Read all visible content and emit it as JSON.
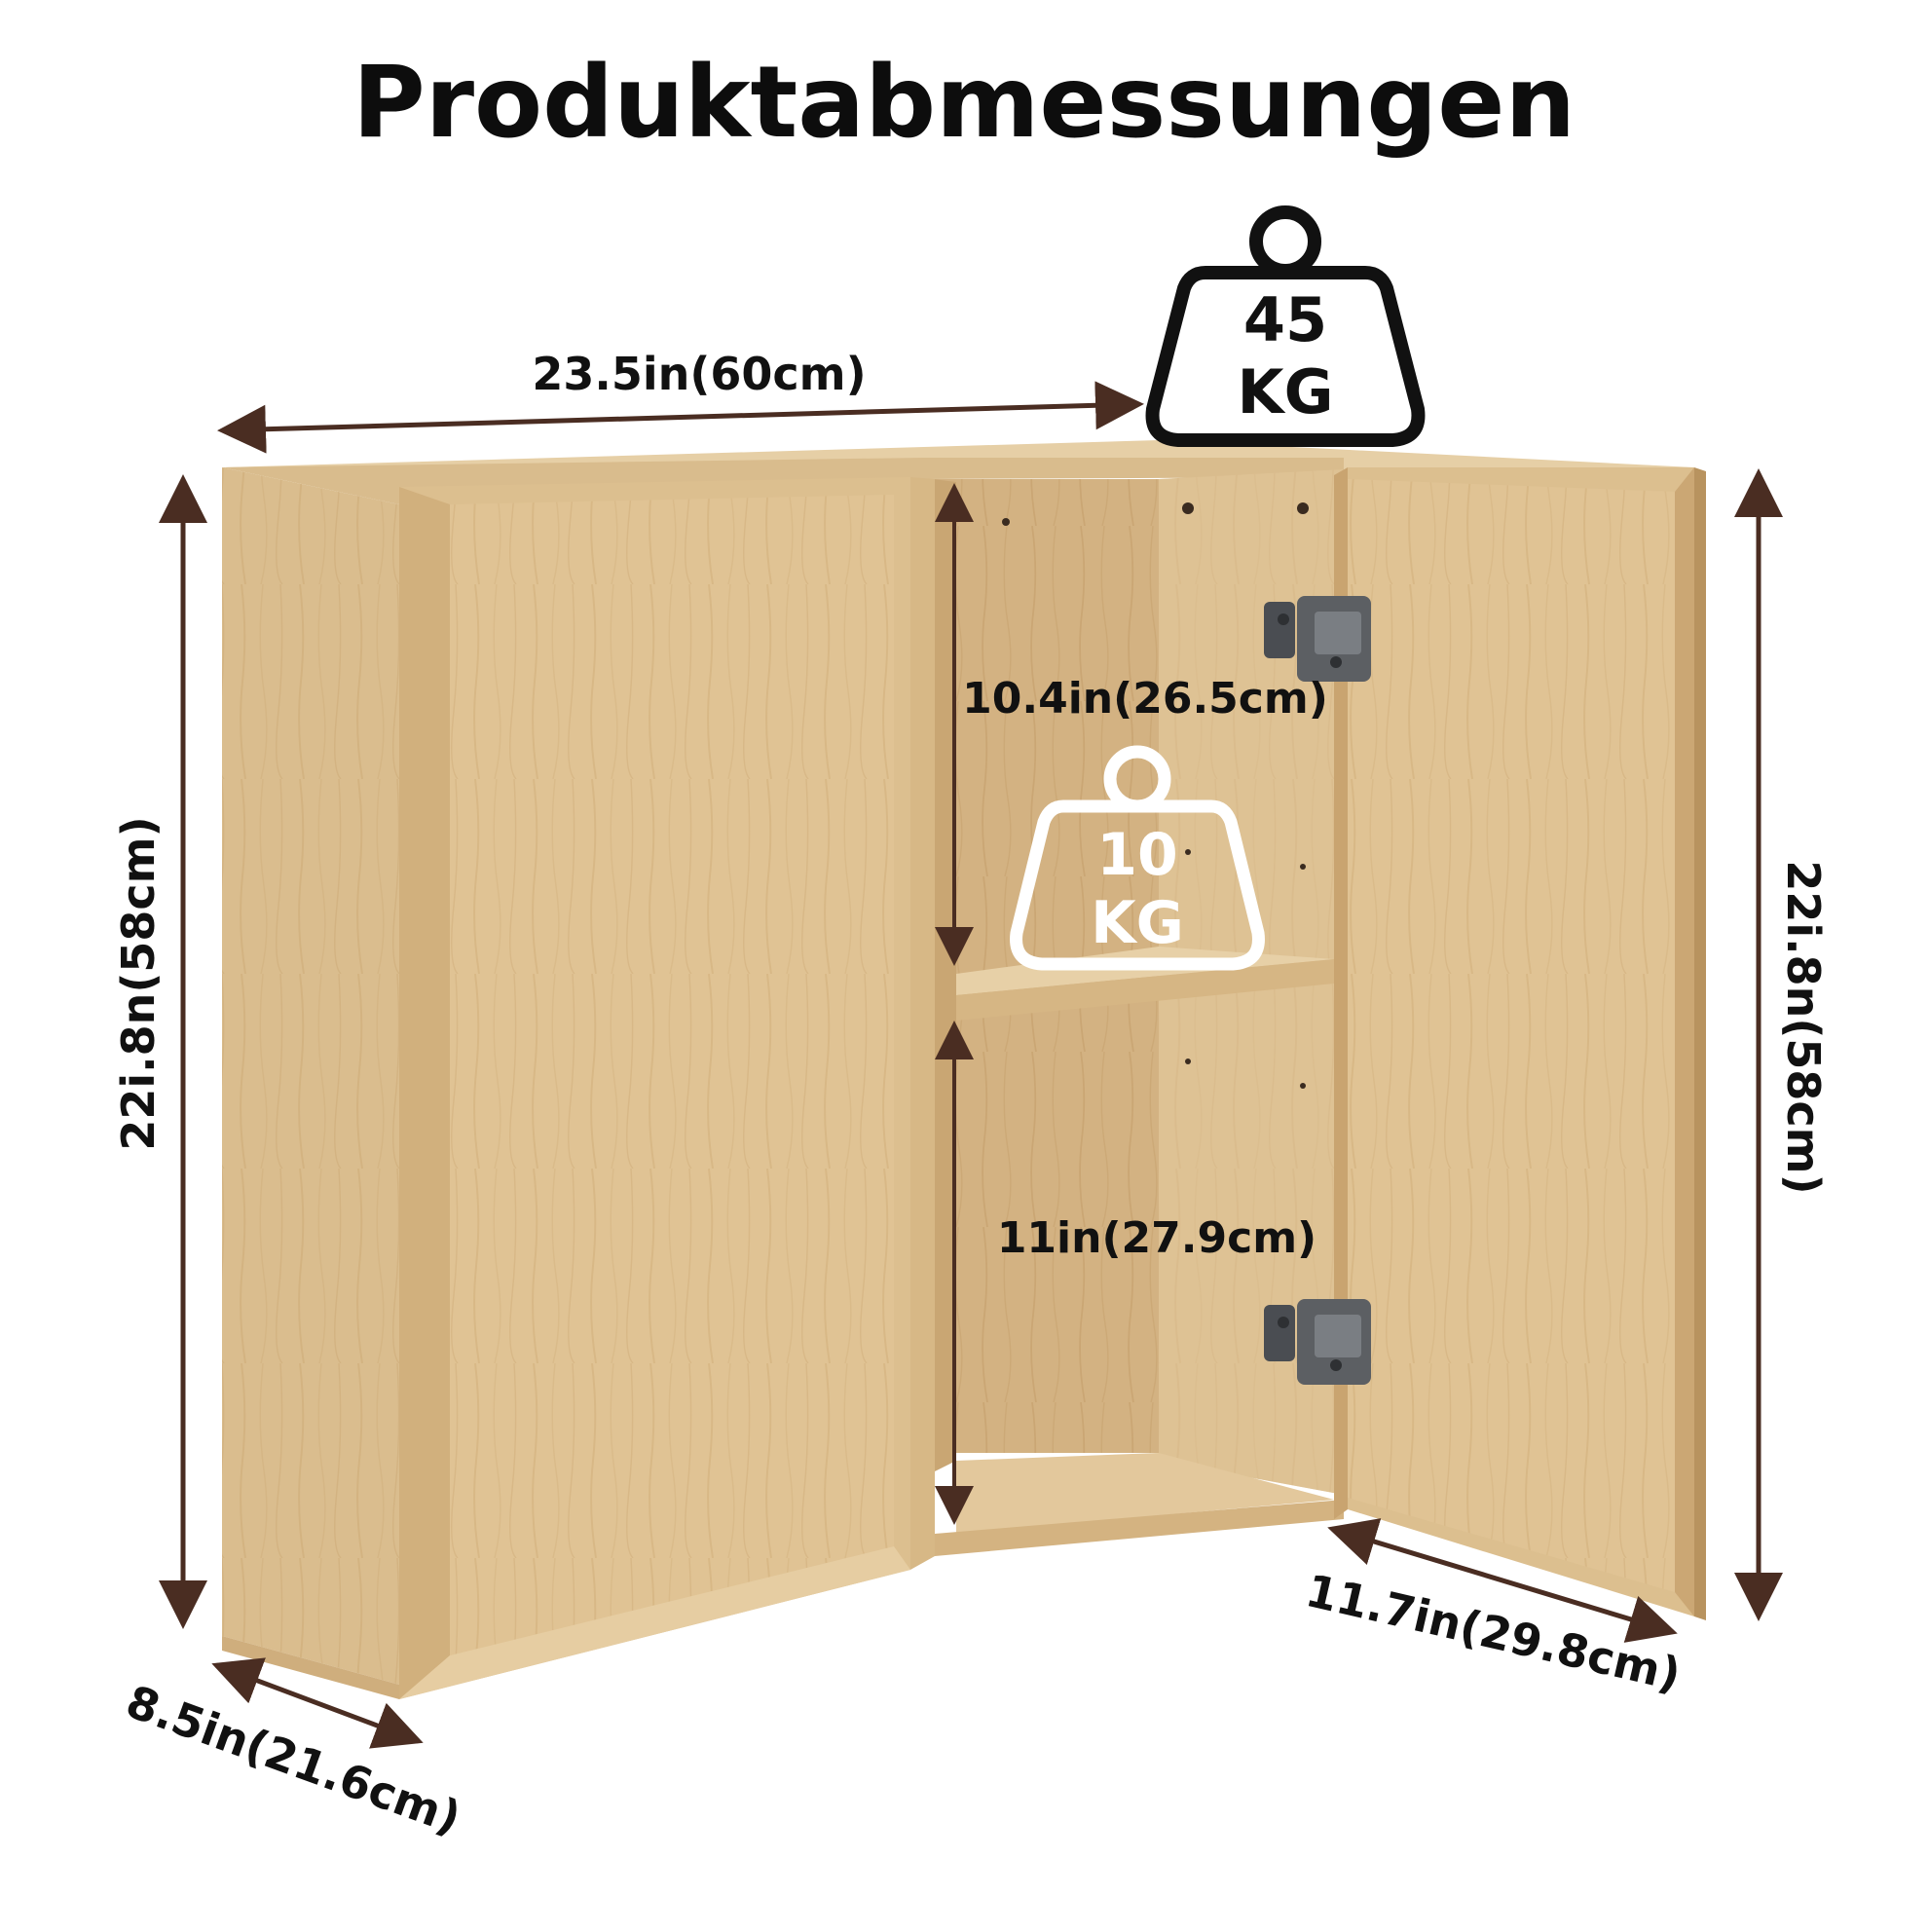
{
  "title": "Produktabmessungen",
  "dimensions": {
    "width": "23.5in(60cm)",
    "height_left": "22i.8n(58cm)",
    "height_right": "22i.8n(58cm)",
    "depth_left": "8.5in(21.6cm)",
    "depth_right": "11.7in(29.8cm)",
    "upper_compartment": "10.4in(26.5cm)",
    "lower_compartment": "11in(27.9cm)"
  },
  "weights": {
    "total": {
      "value": "45",
      "unit": "KG"
    },
    "shelf": {
      "value": "10",
      "unit": "KG"
    }
  },
  "colors": {
    "arrow": "#4a2d22",
    "wood_light": "#e3c89d",
    "wood_mid": "#d8b987",
    "wood_dark": "#c9a673",
    "interior": "#cfae7b",
    "hinge": "#5c5f63",
    "text": "#111111"
  }
}
